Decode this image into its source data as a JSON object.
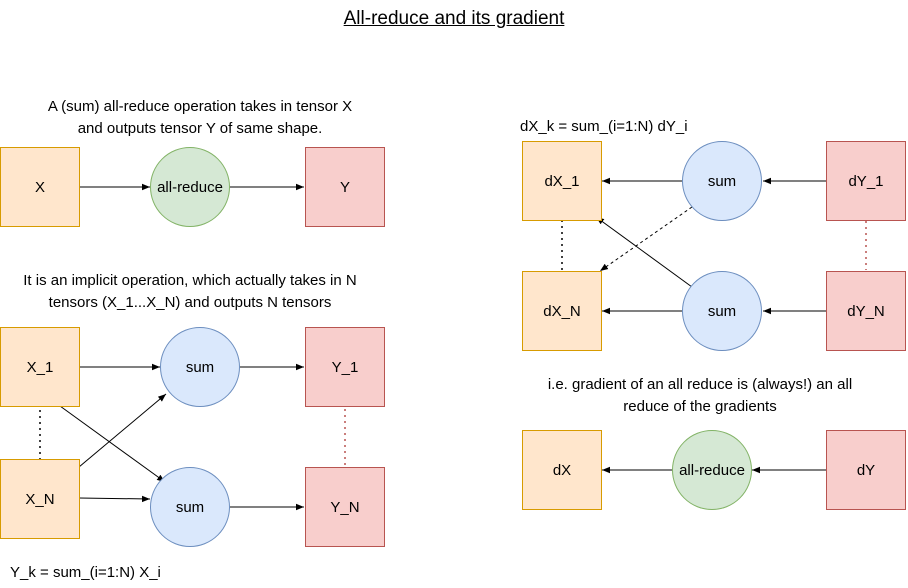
{
  "title": "All-reduce and its gradient",
  "intro_text_line1": "A (sum) all-reduce operation takes in tensor X",
  "intro_text_line2": "and outputs tensor Y of same shape.",
  "implicit_text_line1": "It is an implicit operation, which actually takes in N",
  "implicit_text_line2": "tensors (X_1...X_N) and outputs N tensors",
  "forward_formula": "Y_k = sum_(i=1:N) X_i",
  "backward_formula": "dX_k = sum_(i=1:N) dY_i",
  "conclusion_line1": "i.e. gradient of an all reduce is (always!) an all",
  "conclusion_line2": "reduce of the gradients",
  "nodes": {
    "x": "X",
    "allreduce_fwd": "all-reduce",
    "y": "Y",
    "x1": "X_1",
    "xn": "X_N",
    "sum_fwd_top": "sum",
    "sum_fwd_bottom": "sum",
    "y1": "Y_1",
    "yn": "Y_N",
    "dx1": "dX_1",
    "dxn": "dX_N",
    "sum_bwd_top": "sum",
    "sum_bwd_bottom": "sum",
    "dy1": "dY_1",
    "dyn": "dY_N",
    "dx": "dX",
    "allreduce_bwd": "all-reduce",
    "dy": "dY"
  },
  "colors": {
    "x_fill": "#ffe6cc",
    "x_stroke": "#d79b00",
    "y_fill": "#f8cecc",
    "y_stroke": "#b85450",
    "sum_fill": "#dae8fc",
    "sum_stroke": "#6c8ebf",
    "allreduce_fill": "#d5e8d4",
    "allreduce_stroke": "#82b366"
  }
}
